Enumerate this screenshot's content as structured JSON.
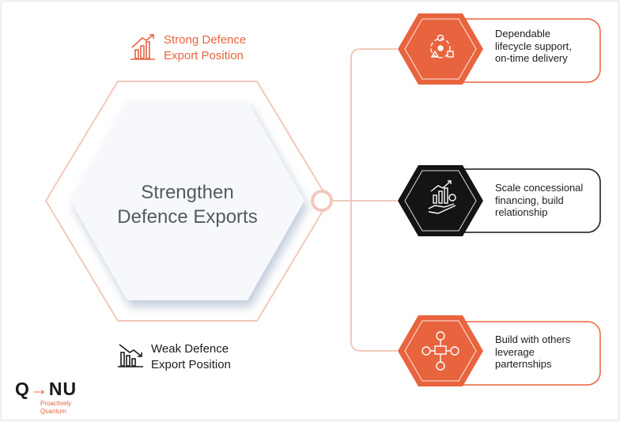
{
  "strong_position": {
    "line1": "Strong Defence",
    "line2": "Export Position"
  },
  "weak_position": {
    "line1": "Weak Defence",
    "line2": "Export Position"
  },
  "center": {
    "line1": "Strengthen",
    "line2": "Defence Exports"
  },
  "cards": [
    {
      "line1": "Dependable",
      "line2": "lifecycle support,",
      "line3": "on-time delivery",
      "icon": "lifecycle-cycle-icon",
      "color": "#e8643f"
    },
    {
      "line1": "Scale concessional",
      "line2": "financing, build",
      "line3": "relationship",
      "icon": "financing-growth-icon",
      "color": "#141414"
    },
    {
      "line1": "Build with others",
      "line2": "leverage",
      "line3": "parternships",
      "icon": "partnership-network-icon",
      "color": "#e8643f"
    }
  ],
  "logo": {
    "left": "Q",
    "arrow": "→",
    "right": "NU",
    "tag1": "Proactively",
    "tag2": "Quantum"
  },
  "colors": {
    "accent": "#e8643f",
    "dark": "#141414",
    "outline": "#f2c8bc"
  }
}
